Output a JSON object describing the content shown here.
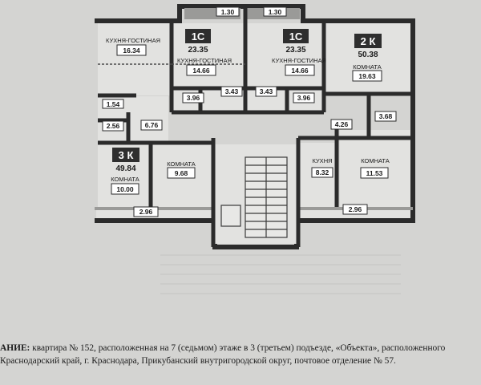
{
  "units": {
    "1c_left": {
      "type": "1С",
      "area": "23.35"
    },
    "1c_right": {
      "type": "1С",
      "area": "23.35"
    },
    "2k": {
      "type": "2 К",
      "area": "50.38"
    },
    "3k": {
      "type": "3 К",
      "area": "49.84"
    }
  },
  "rooms": {
    "kitchen_living_3k": {
      "name": "КУХНЯ-ГОСТИНАЯ",
      "area": "16.34"
    },
    "kitchen_living_1c_left": {
      "name": "КУХНЯ-ГОСТИНАЯ",
      "area": "14.66"
    },
    "kitchen_living_1c_right": {
      "name": "КУХНЯ-ГОСТИНАЯ",
      "area": "14.66"
    },
    "room_2k": {
      "name": "КОМНАТА",
      "area": "19.63"
    },
    "room_968": {
      "name": "КОМНАТА",
      "area": "9.68"
    },
    "room_1000": {
      "name": "КОМНАТА",
      "area": "10.00"
    },
    "kitchen_832": {
      "name": "КУХНЯ",
      "area": "8.32"
    },
    "room_1153": {
      "name": "КОМНАТА",
      "area": "11.53"
    }
  },
  "areas": {
    "balcony_top_left": "1.30",
    "balcony_top_right": "1.30",
    "a154": "1.54",
    "a396_left": "3.96",
    "a343_left": "3.43",
    "a343_right": "3.43",
    "a396_right": "3.96",
    "a368": "3.68",
    "a256": "2.56",
    "a676": "6.76",
    "a426": "4.26",
    "balcony_bottom_left": "2.96",
    "balcony_bottom_right": "2.96"
  },
  "caption": {
    "lead": "АНИЕ:",
    "line1": " квартира № 152, расположенная на 7 (седьмом) этаже в 3 (третьем) подъезде, «Объекта», расположенного",
    "line2": "Краснодарский край, г. Краснодара, Прикубанский внутригородской округ, почтовое отделение № 57."
  }
}
